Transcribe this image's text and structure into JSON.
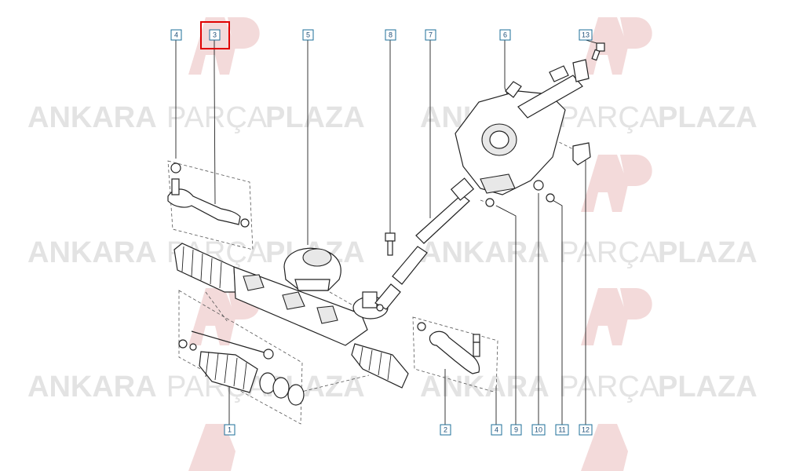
{
  "watermark": {
    "brand_word_1": "ANKARA",
    "brand_word_2": "PARÇA",
    "brand_word_3": "PLAZA",
    "logo_color": "#f3dada",
    "text_color": "#e3e3e3"
  },
  "highlight": {
    "callout": "3",
    "color": "#e00000"
  },
  "callouts": [
    {
      "id": "c4a",
      "label": "4"
    },
    {
      "id": "c3",
      "label": "3"
    },
    {
      "id": "c5",
      "label": "5"
    },
    {
      "id": "c8",
      "label": "8"
    },
    {
      "id": "c7",
      "label": "7"
    },
    {
      "id": "c6",
      "label": "6"
    },
    {
      "id": "c13",
      "label": "13"
    },
    {
      "id": "c1",
      "label": "1"
    },
    {
      "id": "c2",
      "label": "2"
    },
    {
      "id": "c4b",
      "label": "4"
    },
    {
      "id": "c9",
      "label": "9"
    },
    {
      "id": "c10",
      "label": "10"
    },
    {
      "id": "c11",
      "label": "11"
    },
    {
      "id": "c12",
      "label": "12"
    }
  ]
}
